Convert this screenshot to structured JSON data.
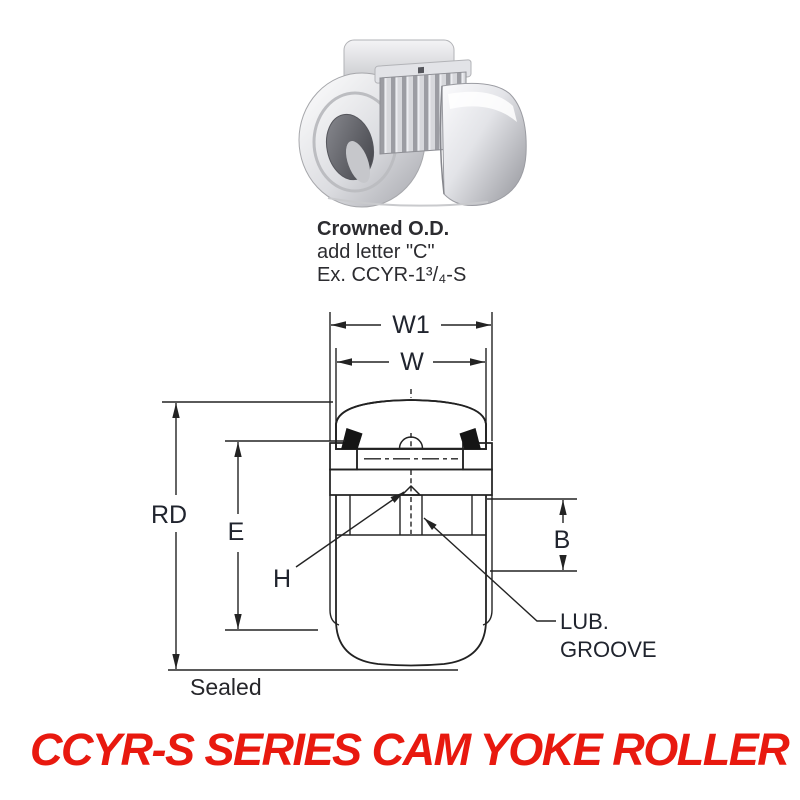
{
  "note": {
    "line1": "Crowned O.D.",
    "line2": "add letter \"C\"",
    "line3": "Ex. CCYR-1³/₄-S"
  },
  "diagram": {
    "labels": {
      "w1": "W1",
      "w": "W",
      "rd": "RD",
      "e": "E",
      "h": "H",
      "b": "B",
      "lub_line1": "LUB.",
      "lub_line2": "GROOVE",
      "sealed": "Sealed"
    },
    "colors": {
      "line": "#232323",
      "label": "#20242e",
      "seal": "#151515",
      "hatch": "#2a2a2a"
    }
  },
  "footer": {
    "title": "CCYR-S SERIES CAM YOKE ROLLER",
    "color": "#e8190f"
  }
}
